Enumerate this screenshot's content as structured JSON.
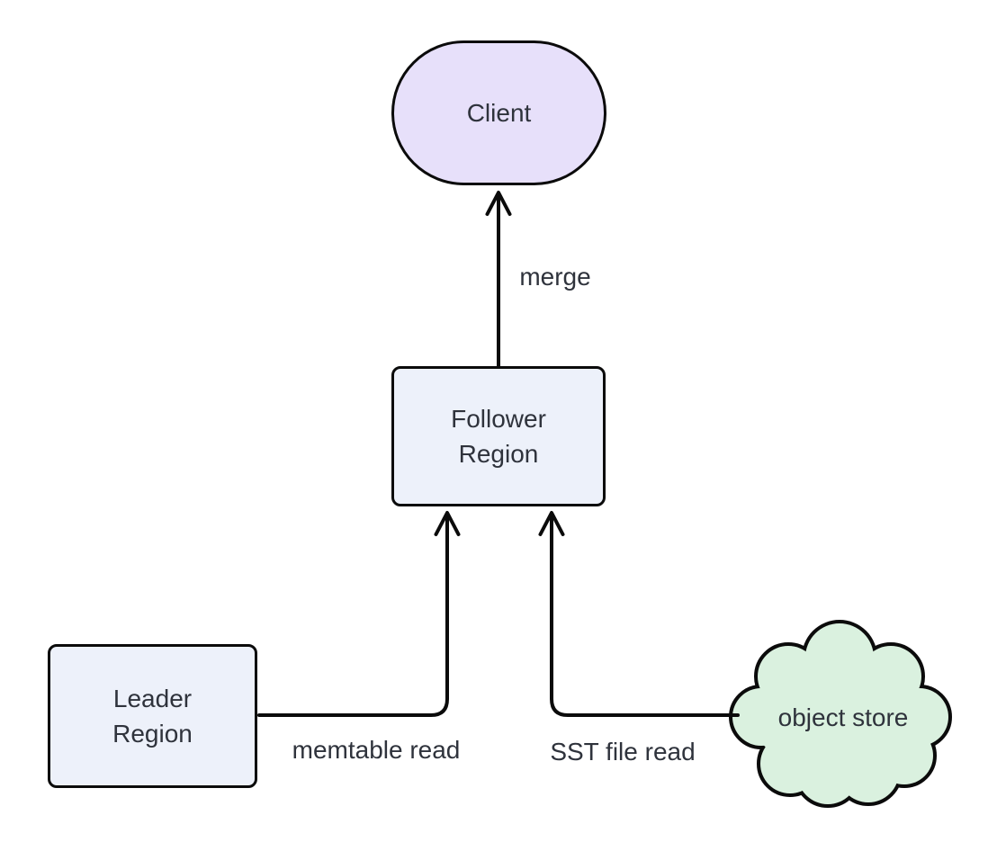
{
  "diagram": {
    "type": "flow-diagram",
    "background": "#ffffff",
    "stroke_color": "#0b0b0b",
    "text_color": "#2f333c",
    "nodes": {
      "client": {
        "label": "Client",
        "shape": "stadium",
        "fill": "#e7e0fa"
      },
      "follower_region": {
        "label": "Follower Region",
        "shape": "rectangle",
        "fill": "#edf1fa"
      },
      "leader_region": {
        "label": "Leader Region",
        "shape": "rectangle",
        "fill": "#edf1fa"
      },
      "object_store": {
        "label": "object store",
        "shape": "cloud",
        "fill": "#daf1df"
      }
    },
    "edges": [
      {
        "from": "follower_region",
        "to": "client",
        "label": "merge"
      },
      {
        "from": "leader_region",
        "to": "follower_region",
        "label": "memtable read"
      },
      {
        "from": "object_store",
        "to": "follower_region",
        "label": "SST file read"
      }
    ]
  }
}
